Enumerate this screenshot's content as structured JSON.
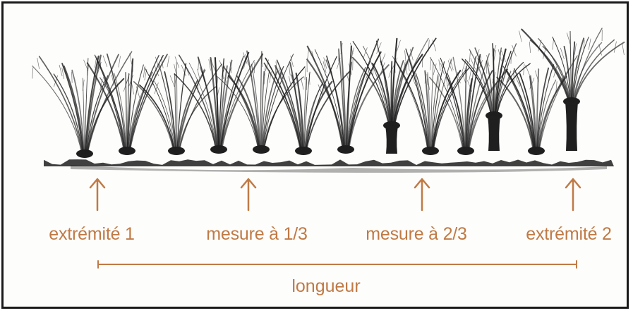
{
  "colors": {
    "annotation": "#c07a45",
    "ink": "#1f1f1f",
    "frame": "#1a1a1a"
  },
  "markers": [
    {
      "label": "extrémité 1"
    },
    {
      "label": "mesure à 1/3"
    },
    {
      "label": "mesure à 2/3"
    },
    {
      "label": "extrémité 2"
    }
  ],
  "length": {
    "label": "longueur"
  }
}
